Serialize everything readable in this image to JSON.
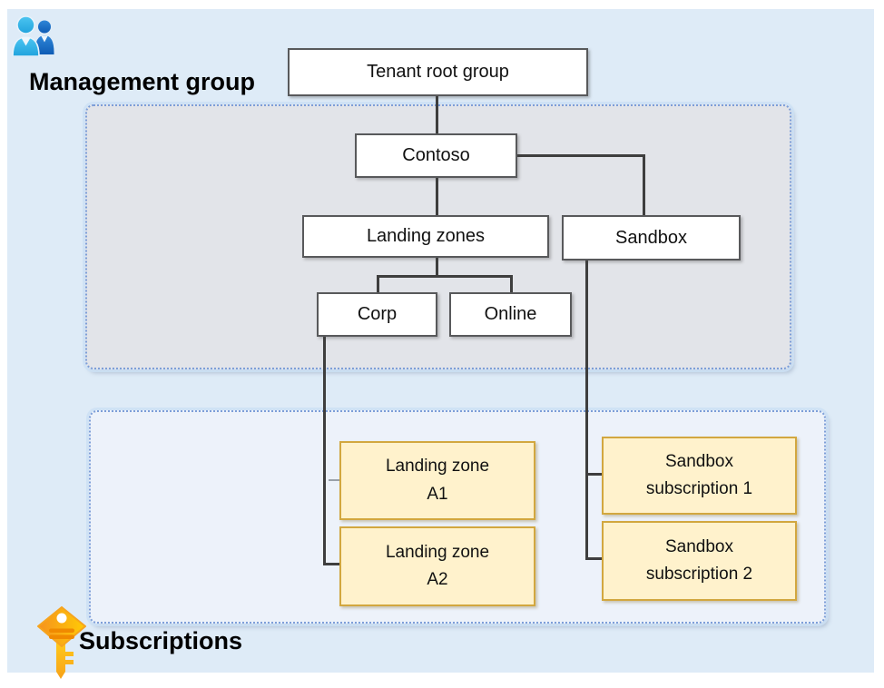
{
  "headings": {
    "management_group": "Management group",
    "subscriptions": "Subscriptions"
  },
  "management_groups": {
    "tenant_root": "Tenant root group",
    "contoso": "Contoso",
    "landing_zones": "Landing zones",
    "sandbox": "Sandbox",
    "corp": "Corp",
    "online": "Online"
  },
  "subscriptions": {
    "landing_zone_a1": "Landing zone\nA1",
    "landing_zone_a2": "Landing zone\nA2",
    "sandbox_subscription_1": "Sandbox\nsubscription 1",
    "sandbox_subscription_2": "Sandbox\nsubscription 2"
  },
  "icons": {
    "people": "management-group-people-icon",
    "key": "subscriptions-key-icon"
  },
  "colors": {
    "canvas_bg": "#deebf7",
    "management_container_fill": "#e2e4e9",
    "subscriptions_container_fill": "#edf2fa",
    "container_border": "#7d9ed8",
    "node_fill": "#ffffff",
    "node_border": "#58595b",
    "subscription_fill": "#fff2cc",
    "subscription_border": "#d2a73f",
    "connector": "#3e3e3e",
    "connector_gray": "#99a0a8",
    "people_front_blue": "#33b1e4",
    "people_back_blue": "#1668c1",
    "key_orange": "#f6921e",
    "key_yellow": "#ffcb05"
  }
}
